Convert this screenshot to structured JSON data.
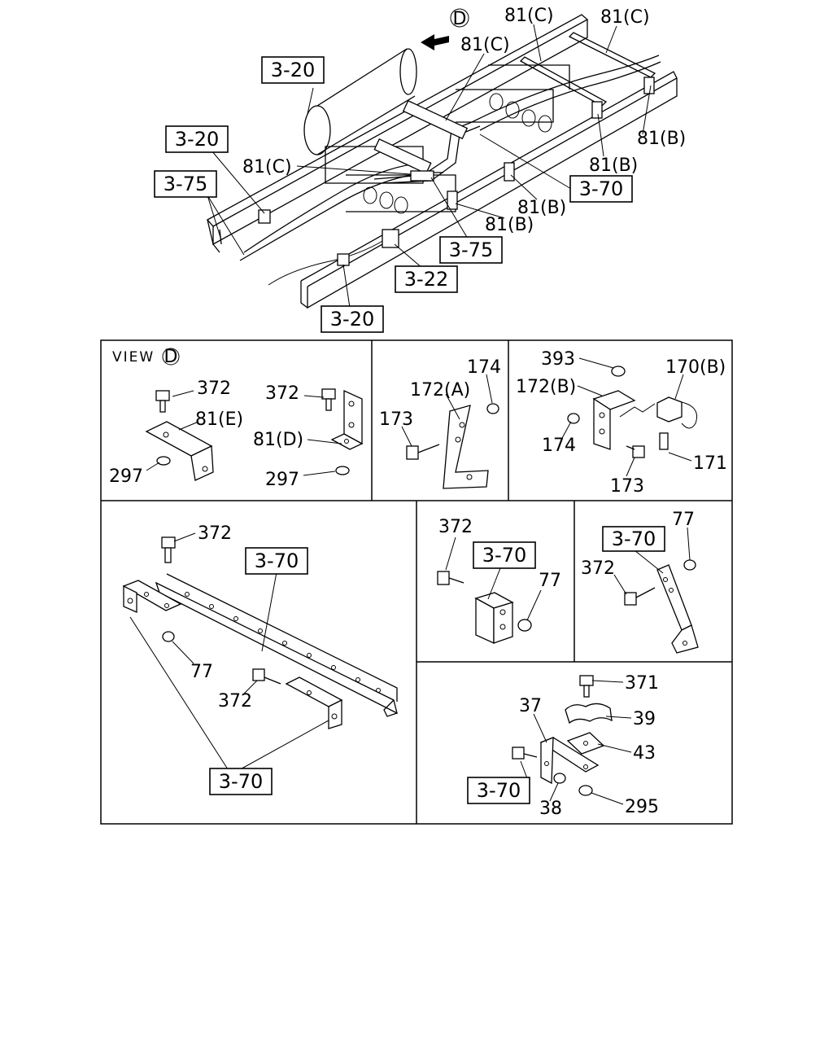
{
  "overview": {
    "view_marker": "D",
    "callouts": {
      "c81c_a": "81(C)",
      "c81c_b": "81(C)",
      "c81c_c": "81(C)",
      "c81c_d": "81(C)",
      "c81b_a": "81(B)",
      "c81b_b": "81(B)",
      "c81b_c": "81(B)",
      "c81b_d": "81(B)"
    },
    "refs": {
      "r320_a": "3-20",
      "r320_b": "3-20",
      "r375_a": "3-75",
      "r370": "3-70",
      "r375_b": "3-75",
      "r322": "3-22",
      "r320_c": "3-20"
    }
  },
  "panel_view": {
    "view_label": "VIEW",
    "view_marker": "D",
    "labels": {
      "l372a": "372",
      "l81e": "81(E)",
      "l297a": "297",
      "l372b": "372",
      "l81d": "81(D)",
      "l297b": "297"
    }
  },
  "panel_172a": {
    "labels": {
      "l174": "174",
      "l172a": "172(A)",
      "l173": "173"
    }
  },
  "panel_172b": {
    "labels": {
      "l393": "393",
      "l172b": "172(B)",
      "l170b": "170(B)",
      "l174": "174",
      "l173": "173",
      "l171": "171"
    }
  },
  "panel_rail": {
    "labels": {
      "l372a": "372",
      "l370a": "3-70",
      "l77": "77",
      "l372b": "372",
      "l370b": "3-70"
    }
  },
  "panel_bracket1": {
    "labels": {
      "l372": "372",
      "l370": "3-70",
      "l77": "77"
    }
  },
  "panel_bracket2": {
    "labels": {
      "l77": "77",
      "l370": "3-70",
      "l372": "372"
    }
  },
  "panel_clamp": {
    "labels": {
      "l371": "371",
      "l37": "37",
      "l39": "39",
      "l43": "43",
      "l370": "3-70",
      "l38": "38",
      "l295": "295"
    }
  }
}
